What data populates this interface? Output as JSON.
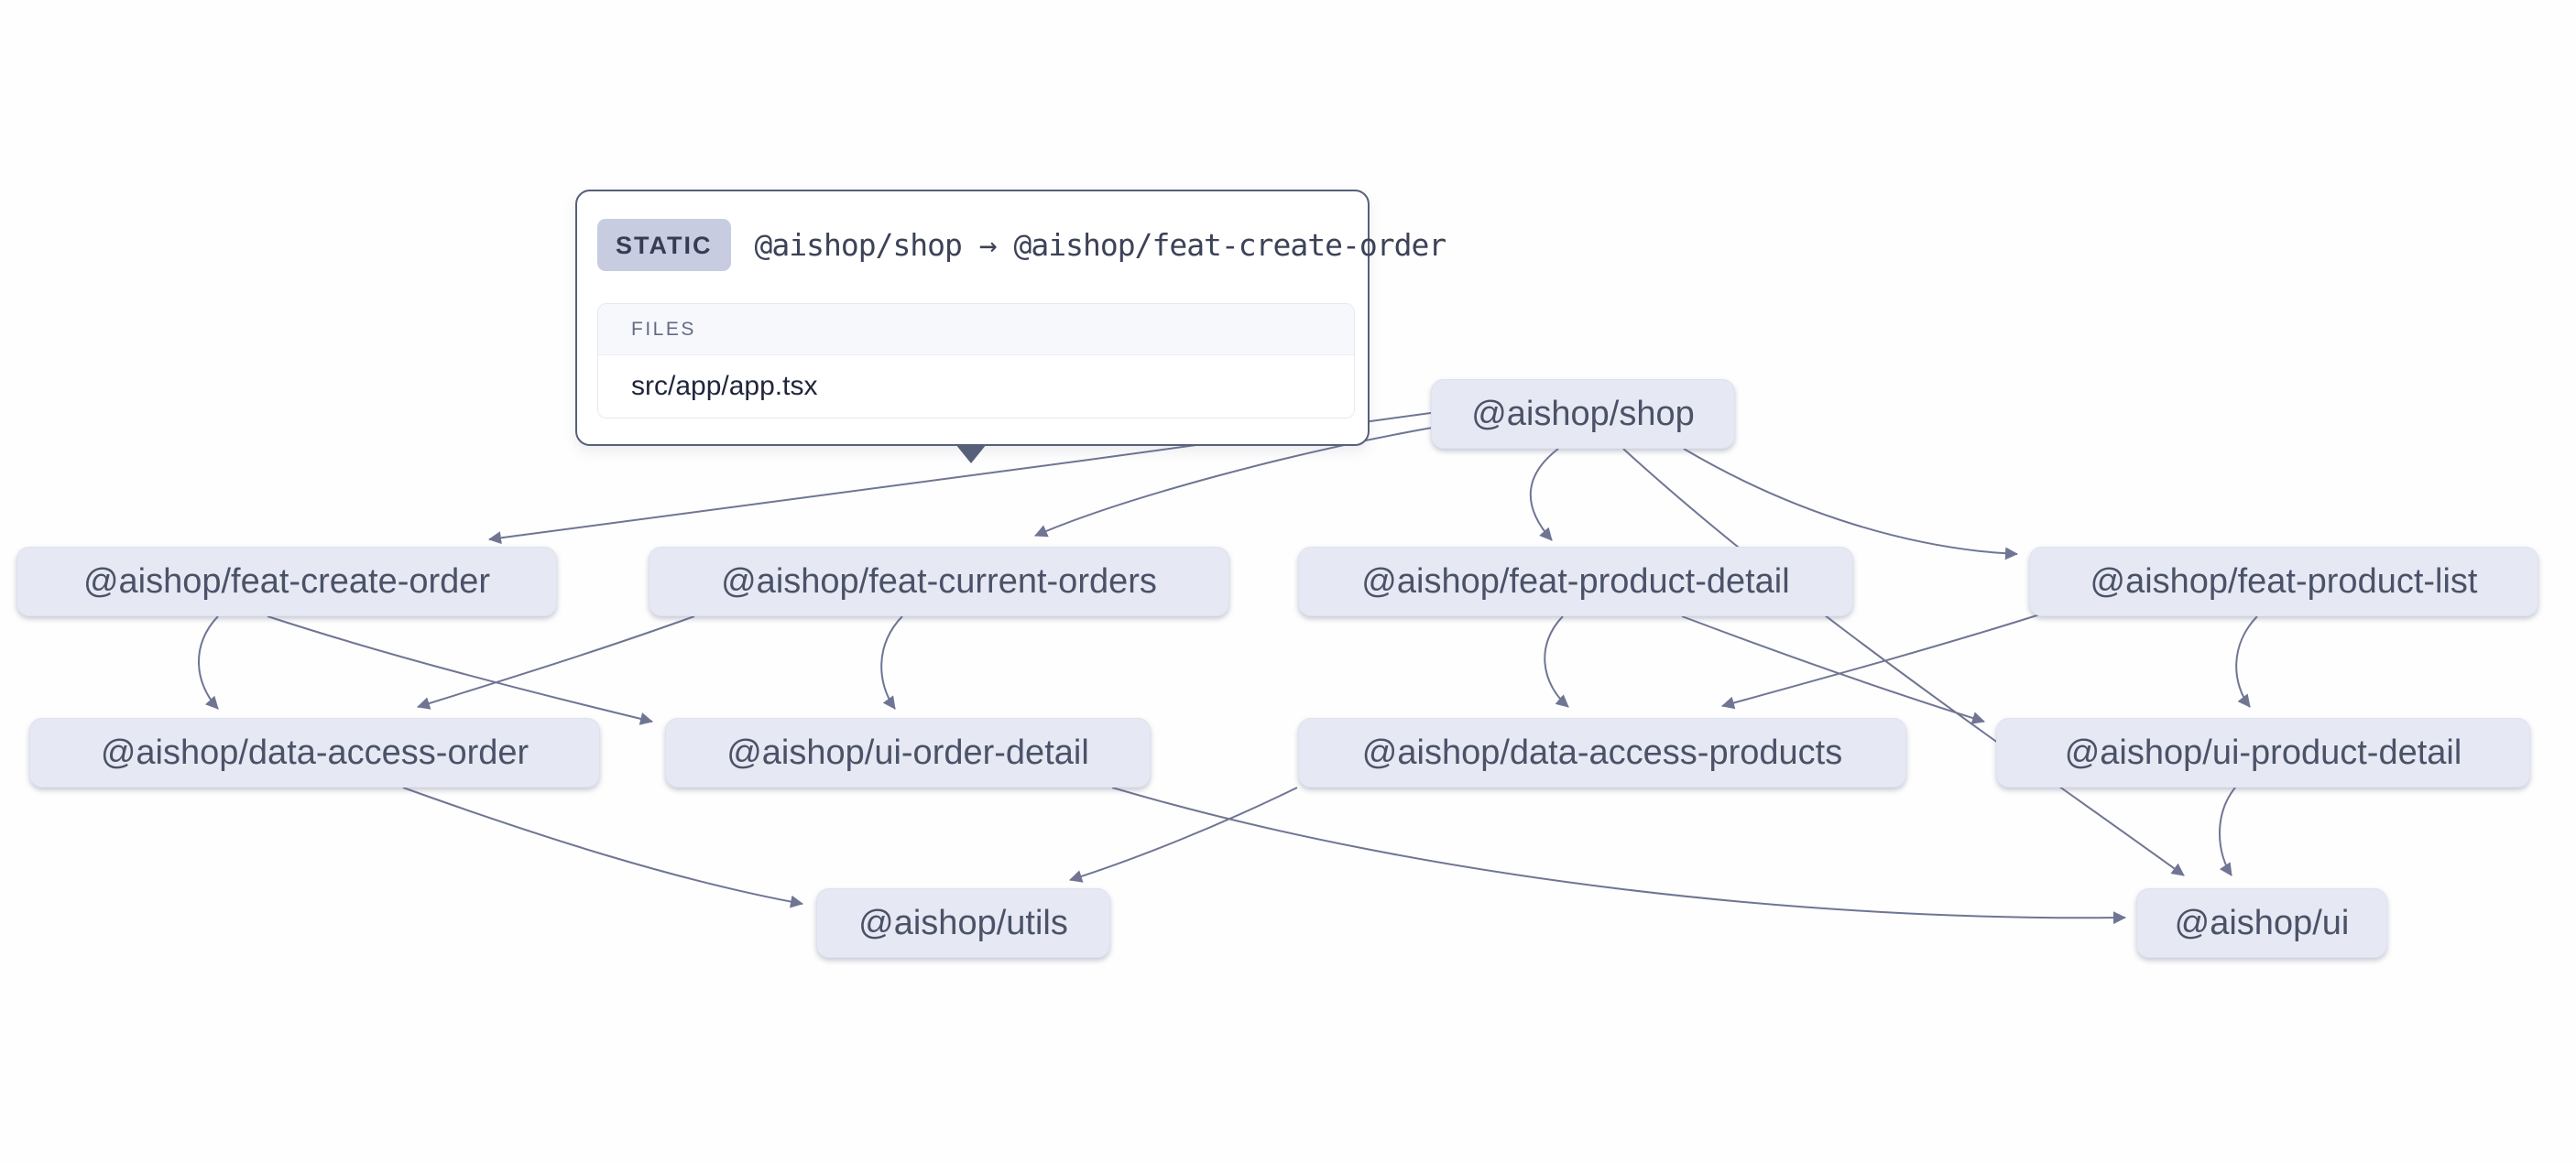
{
  "graph": {
    "nodes": [
      {
        "id": "shop",
        "label": "@aishop/shop"
      },
      {
        "id": "feat-create-order",
        "label": "@aishop/feat-create-order"
      },
      {
        "id": "feat-current-orders",
        "label": "@aishop/feat-current-orders"
      },
      {
        "id": "feat-product-detail",
        "label": "@aishop/feat-product-detail"
      },
      {
        "id": "feat-product-list",
        "label": "@aishop/feat-product-list"
      },
      {
        "id": "data-access-order",
        "label": "@aishop/data-access-order"
      },
      {
        "id": "ui-order-detail",
        "label": "@aishop/ui-order-detail"
      },
      {
        "id": "data-access-products",
        "label": "@aishop/data-access-products"
      },
      {
        "id": "ui-product-detail",
        "label": "@aishop/ui-product-detail"
      },
      {
        "id": "utils",
        "label": "@aishop/utils"
      },
      {
        "id": "ui",
        "label": "@aishop/ui"
      }
    ],
    "edges": [
      {
        "from": "@aishop/shop",
        "to": "@aishop/feat-create-order",
        "type": "static",
        "selected": true
      },
      {
        "from": "@aishop/shop",
        "to": "@aishop/feat-current-orders"
      },
      {
        "from": "@aishop/shop",
        "to": "@aishop/feat-product-detail"
      },
      {
        "from": "@aishop/shop",
        "to": "@aishop/feat-product-list"
      },
      {
        "from": "@aishop/shop",
        "to": "@aishop/ui"
      },
      {
        "from": "@aishop/feat-create-order",
        "to": "@aishop/data-access-order"
      },
      {
        "from": "@aishop/feat-create-order",
        "to": "@aishop/ui-order-detail"
      },
      {
        "from": "@aishop/feat-current-orders",
        "to": "@aishop/data-access-order"
      },
      {
        "from": "@aishop/feat-current-orders",
        "to": "@aishop/ui-order-detail"
      },
      {
        "from": "@aishop/feat-product-detail",
        "to": "@aishop/data-access-products"
      },
      {
        "from": "@aishop/feat-product-detail",
        "to": "@aishop/ui-product-detail"
      },
      {
        "from": "@aishop/feat-product-list",
        "to": "@aishop/data-access-products"
      },
      {
        "from": "@aishop/feat-product-list",
        "to": "@aishop/ui-product-detail"
      },
      {
        "from": "@aishop/data-access-order",
        "to": "@aishop/utils"
      },
      {
        "from": "@aishop/data-access-products",
        "to": "@aishop/utils"
      },
      {
        "from": "@aishop/ui-order-detail",
        "to": "@aishop/ui"
      },
      {
        "from": "@aishop/ui-product-detail",
        "to": "@aishop/ui"
      }
    ]
  },
  "tooltip": {
    "badge": "STATIC",
    "edge_label": "@aishop/shop → @aishop/feat-create-order",
    "files_header": "FILES",
    "files": [
      "src/app/app.tsx"
    ]
  },
  "colors": {
    "background": "#fefefe",
    "node_fill": "#e6e9f3",
    "node_text": "#4b5268",
    "edge_stroke": "#6f7593",
    "tooltip_border": "#566078",
    "badge_bg": "#c7cce1",
    "badge_text": "#353c54",
    "files_header_bg": "#f7f8fc",
    "files_header_text": "#646b85"
  }
}
